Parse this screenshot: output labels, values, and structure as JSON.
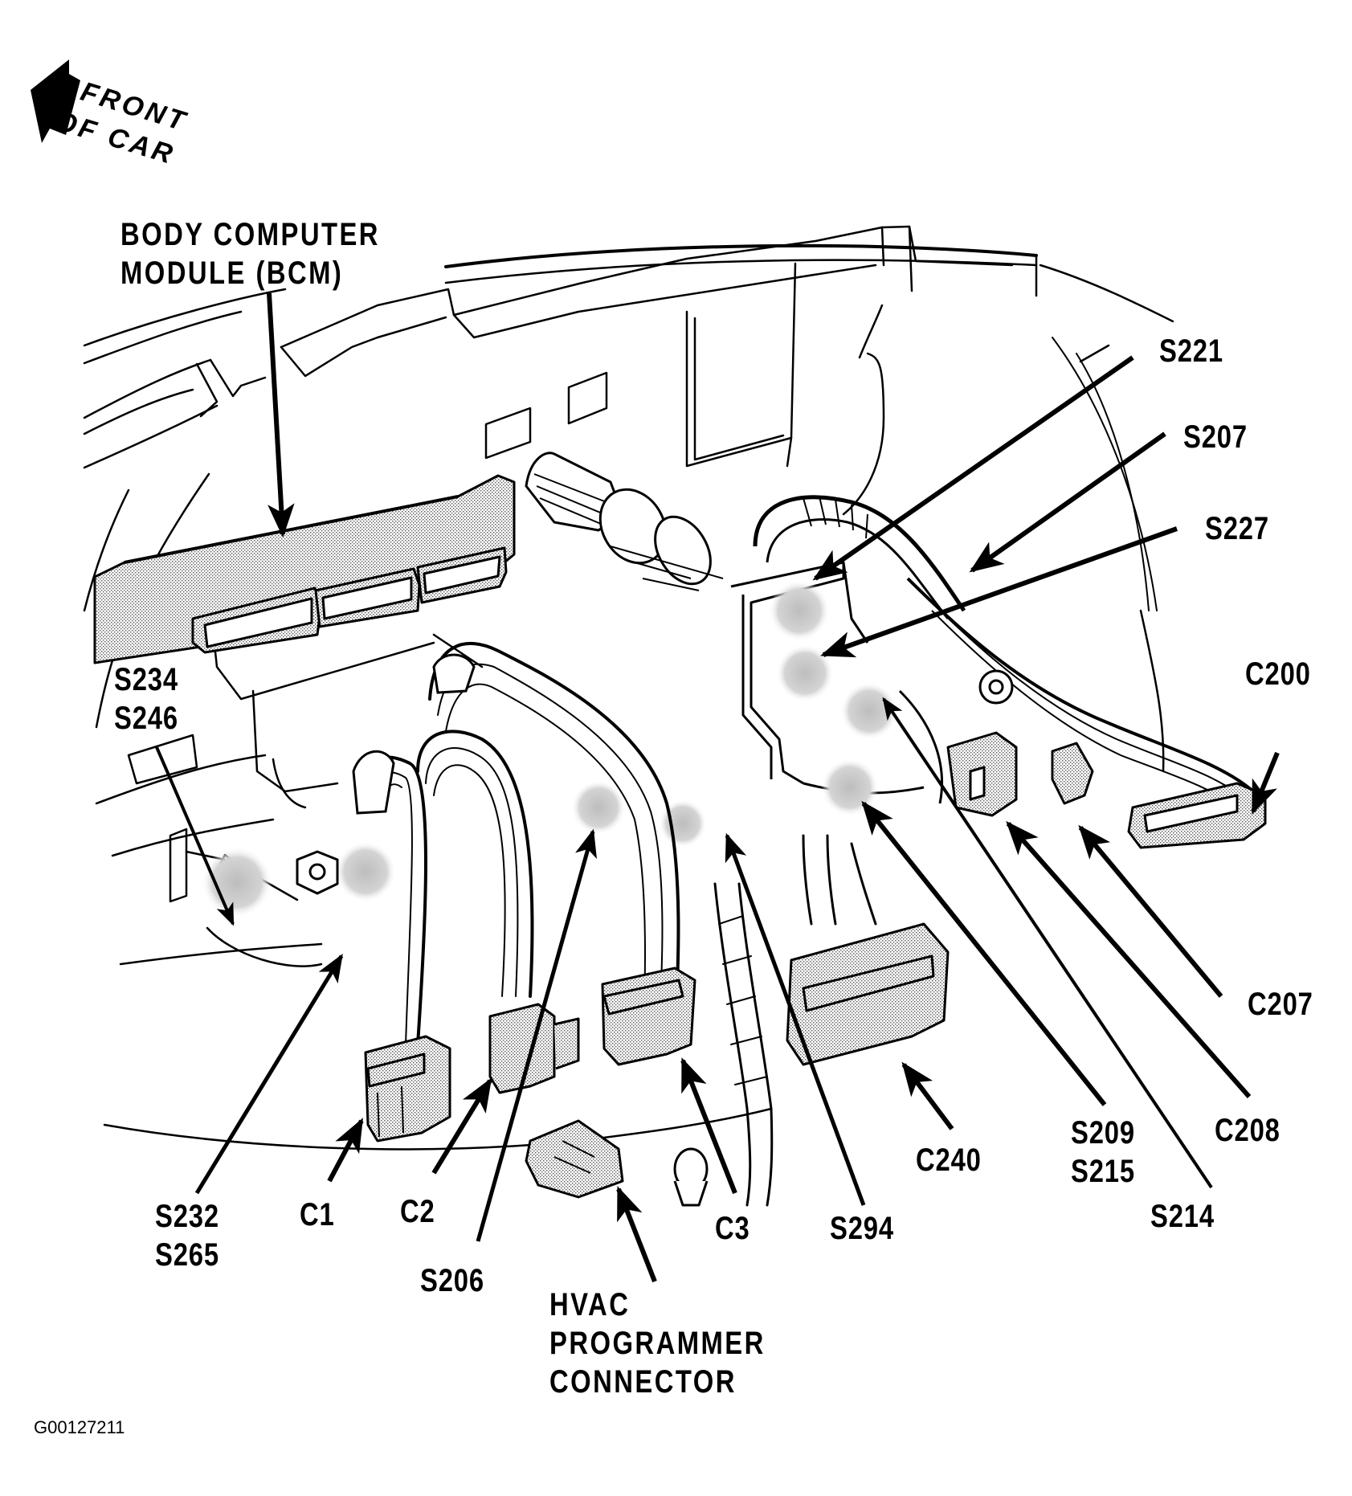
{
  "diagram": {
    "type": "component-locator",
    "orientation": {
      "icon": "front-arrow-icon",
      "line1": "FRONT",
      "line2": "OF CAR"
    },
    "figure_id": "G00127211",
    "colors": {
      "ink": "#000000",
      "background": "#ffffff",
      "stipple": "#9a9a9a"
    },
    "callouts": {
      "bcm": [
        "BODY COMPUTER",
        "MODULE (BCM)"
      ],
      "s221": [
        "S221"
      ],
      "s207": [
        "S207"
      ],
      "s227": [
        "S227"
      ],
      "c200": [
        "C200"
      ],
      "s234_s246": [
        "S234",
        "S246"
      ],
      "c207": [
        "C207"
      ],
      "c208": [
        "C208"
      ],
      "s209_s215": [
        "S209",
        "S215"
      ],
      "s214": [
        "S214"
      ],
      "c240": [
        "C240"
      ],
      "s294": [
        "S294"
      ],
      "c3": [
        "C3"
      ],
      "s232_s265": [
        "S232",
        "S265"
      ],
      "c1": [
        "C1"
      ],
      "c2": [
        "C2"
      ],
      "s206": [
        "S206"
      ],
      "hvac": [
        "HVAC",
        "PROGRAMMER",
        "CONNECTOR"
      ]
    }
  }
}
